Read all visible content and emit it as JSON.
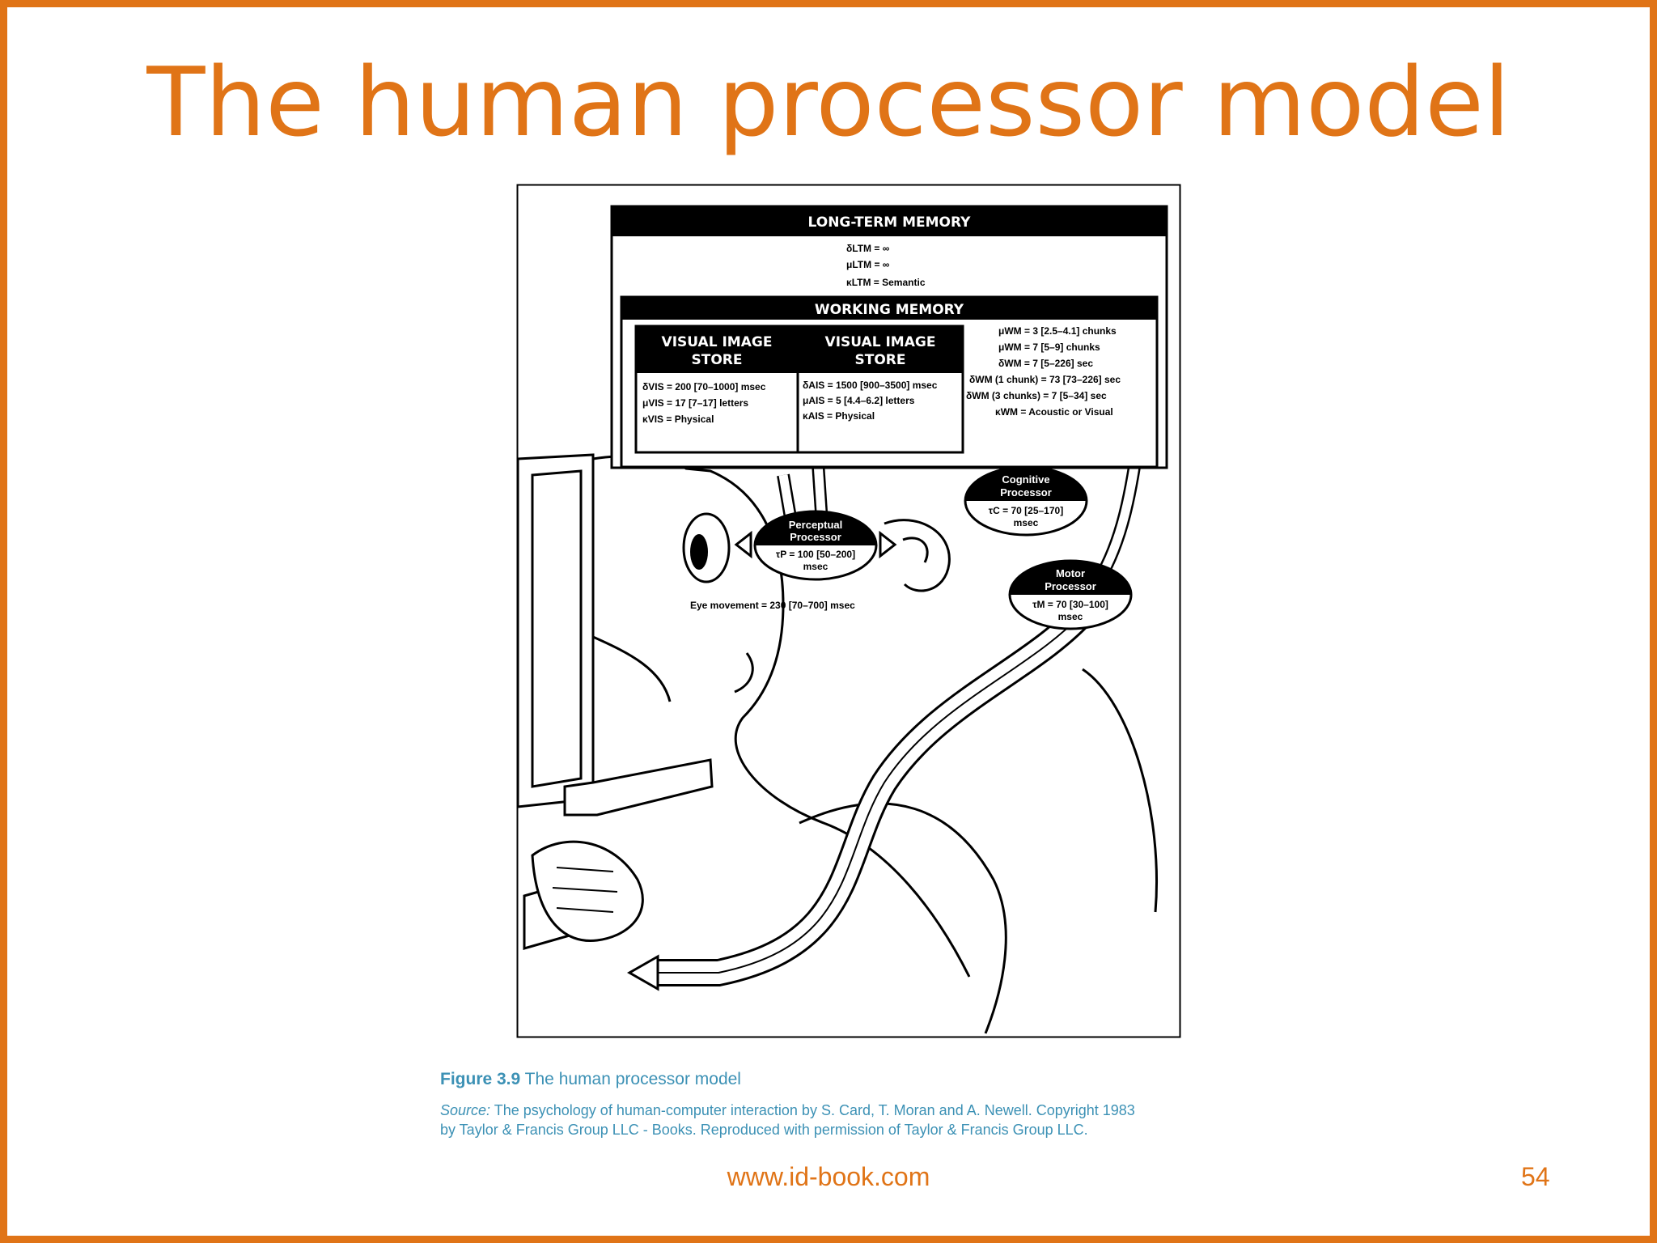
{
  "slide": {
    "title": "The human processor model",
    "footer_url": "www.id-book.com",
    "page_number": "54",
    "accent_color": "#e07417",
    "caption_color": "#3c91b5"
  },
  "diagram": {
    "ltm": {
      "header": "LONG-TERM MEMORY",
      "lines": [
        "δLTM = ∞",
        "μLTM = ∞",
        "κLTM = Semantic"
      ]
    },
    "wm": {
      "header": "WORKING MEMORY",
      "lines": [
        "μWM = 3 [2.5–4.1] chunks",
        "μWM = 7 [5–9] chunks",
        "δWM = 7 [5–226] sec",
        "δWM (1 chunk) = 73 [73–226] sec",
        "δWM (3 chunks) = 7 [5–34] sec",
        "κWM = Acoustic or Visual"
      ]
    },
    "vis": {
      "header_line1": "VISUAL IMAGE",
      "header_line2": "STORE",
      "lines": [
        "δVIS = 200 [70–1000] msec",
        "μVIS = 17 [7–17] letters",
        "κVIS = Physical"
      ]
    },
    "ais": {
      "header_line1": "VISUAL IMAGE",
      "header_line2": "STORE",
      "lines": [
        "δAIS = 1500 [900–3500] msec",
        "μAIS = 5 [4.4–6.2] letters",
        "κAIS = Physical"
      ]
    },
    "perceptual": {
      "name_line1": "Perceptual",
      "name_line2": "Processor",
      "time_line1": "τP = 100 [50–200]",
      "time_line2": "msec"
    },
    "cognitive": {
      "name_line1": "Cognitive",
      "name_line2": "Processor",
      "time_line1": "τC = 70 [25–170]",
      "time_line2": "msec"
    },
    "motor": {
      "name_line1": "Motor",
      "name_line2": "Processor",
      "time_line1": "τM = 70 [30–100]",
      "time_line2": "msec"
    },
    "eye_movement": "Eye movement = 230 [70–700] msec"
  },
  "caption": {
    "figure_label": "Figure 3.9",
    "figure_title": "The human processor model",
    "source_label": "Source:",
    "source_line1": "The psychology of human-computer interaction by S. Card, T. Moran and A. Newell. Copyright 1983",
    "source_line2": "by Taylor & Francis Group LLC - Books. Reproduced with permission of Taylor & Francis Group LLC."
  }
}
